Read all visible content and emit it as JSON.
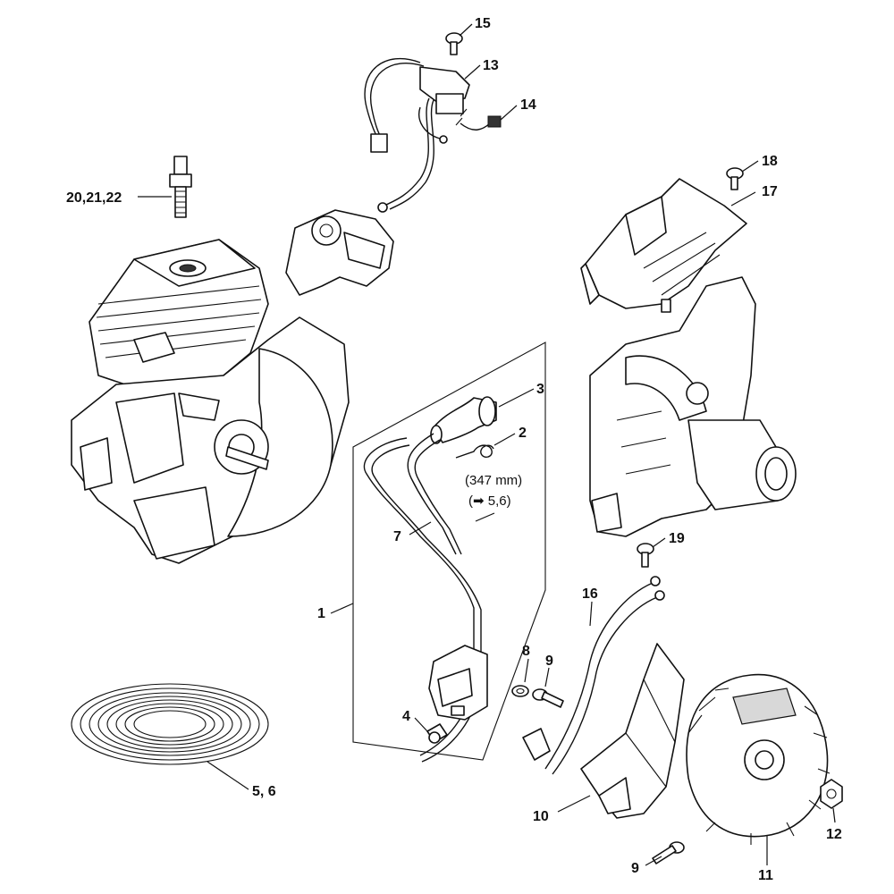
{
  "labels": {
    "l1": "1",
    "l2": "2",
    "l3": "3",
    "l4": "4",
    "l56a": "5,6",
    "l56b": "5, 6",
    "l7": "7",
    "l8": "8",
    "l9a": "9",
    "l9b": "9",
    "l10": "10",
    "l11": "11",
    "l12": "12",
    "l13": "13",
    "l14": "14",
    "l15": "15",
    "l16": "16",
    "l17": "17",
    "l18": "18",
    "l19": "19",
    "l202122": "20,21,22",
    "length_note": "(347 mm)",
    "ref_note": "(➡ 5,6)"
  }
}
